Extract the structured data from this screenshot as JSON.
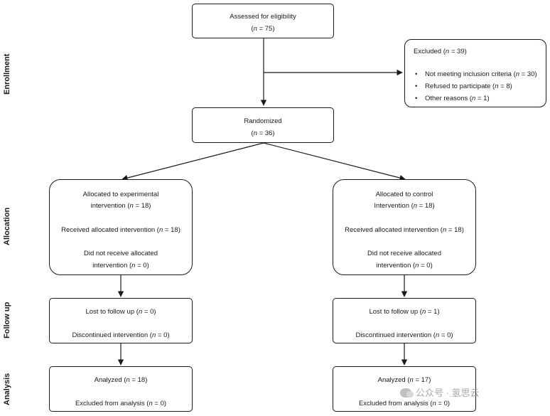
{
  "stages": {
    "enrollment": "Enrollment",
    "allocation": "Allocation",
    "follow_up": "Follow up",
    "analysis": "Analysis"
  },
  "assessed": {
    "title": "Assessed for eligibility",
    "n": "75"
  },
  "excluded": {
    "title": "Excluded",
    "n": "39",
    "reasons": [
      {
        "label": "Not meeting inclusion criteria",
        "n": "30"
      },
      {
        "label": "Refused to participate",
        "n": "8"
      },
      {
        "label": "Other reasons",
        "n": "1"
      }
    ]
  },
  "randomized": {
    "title": "Randomized",
    "n": "36"
  },
  "bullet": "•",
  "n_symbol": "n",
  "arms": [
    {
      "allocation": {
        "line1": "Allocated to experimental",
        "line2": "intervention",
        "n": "18",
        "received": "Received allocated intervention",
        "received_n": "18",
        "not_received_line1": "Did not receive allocated",
        "not_received_line2": "intervention",
        "not_received_n": "0"
      },
      "follow_up": {
        "lost": "Lost to follow up",
        "lost_n": "0",
        "discontinued": "Discontinued intervention",
        "discontinued_n": "0"
      },
      "analysis": {
        "analyzed": "Analyzed",
        "analyzed_n": "18",
        "excluded": "Excluded from analysis",
        "excluded_n": "0"
      }
    },
    {
      "allocation": {
        "line1": "Allocated to control",
        "line2": "Intervention",
        "n": "18",
        "received": "Received allocated intervention",
        "received_n": "18",
        "not_received_line1": "Did not receive allocated",
        "not_received_line2": "intervention",
        "not_received_n": "0"
      },
      "follow_up": {
        "lost": "Lost to follow up",
        "lost_n": "1",
        "discontinued": "Discontinued intervention",
        "discontinued_n": "0"
      },
      "analysis": {
        "analyzed": "Analyzed",
        "analyzed_n": "17",
        "excluded": "Excluded from analysis",
        "excluded_n": "0"
      }
    }
  ],
  "watermark": "公众号 · 氢思云"
}
